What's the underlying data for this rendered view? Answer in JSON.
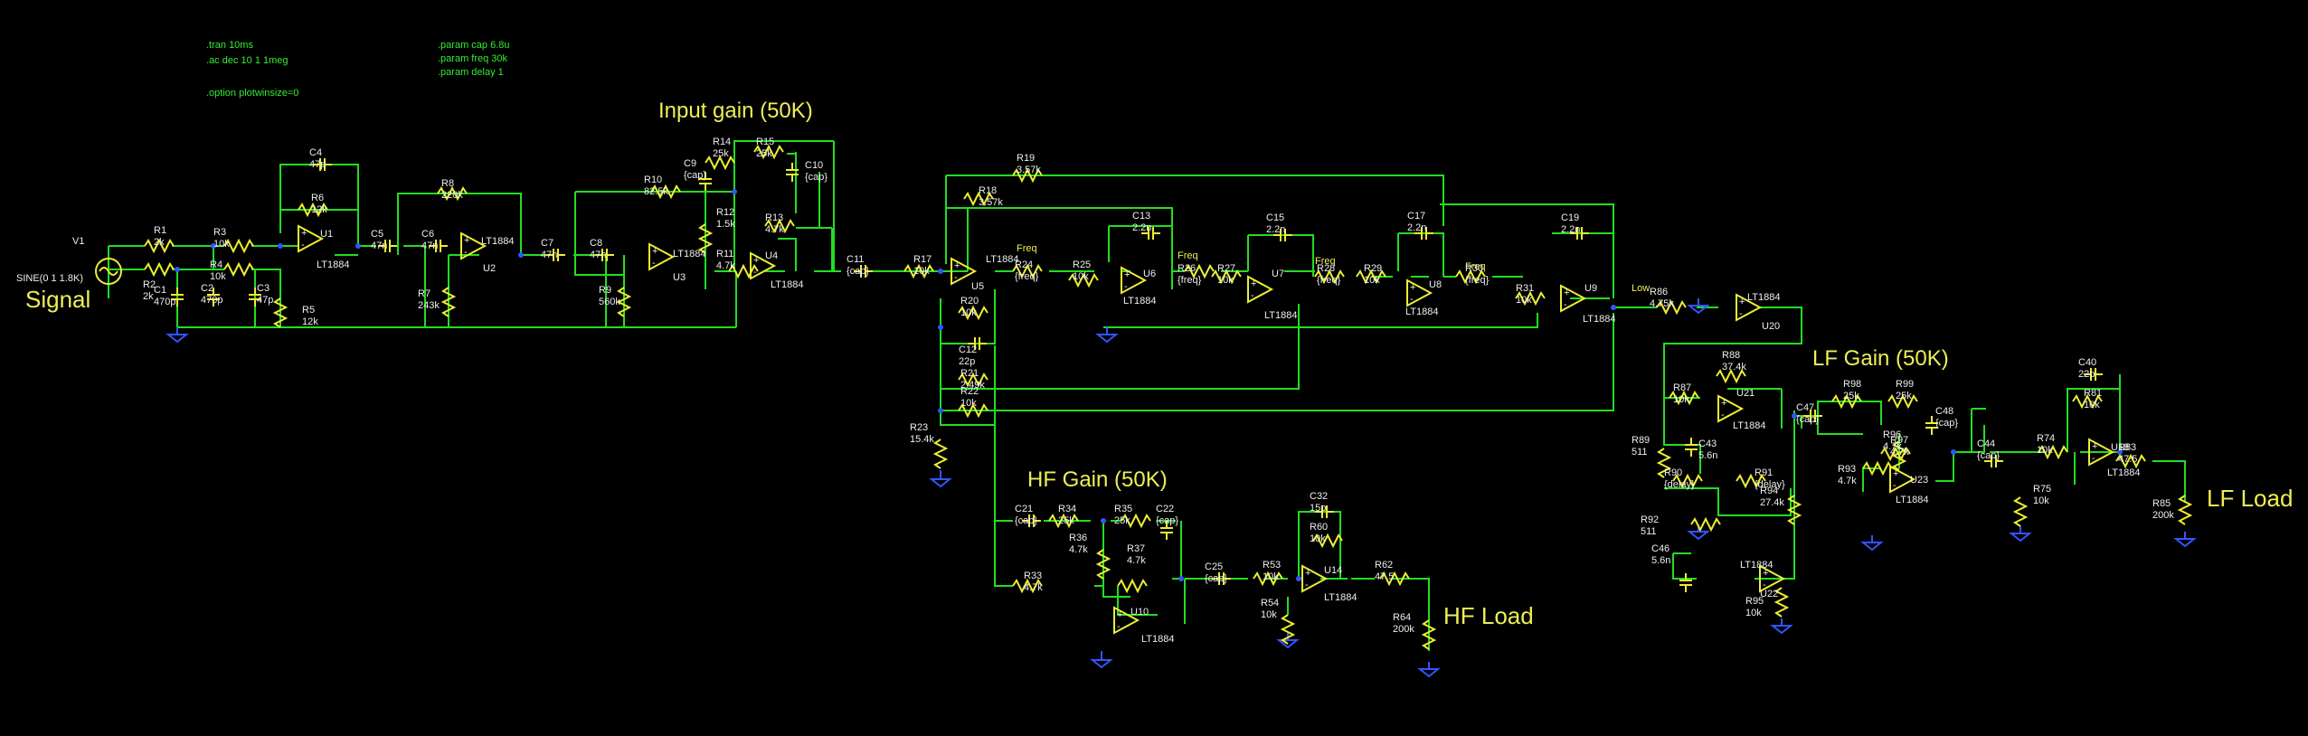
{
  "directives": [
    ".tran 10ms",
    ".ac dec 10 1 1meg",
    ".option plotwinsize=0",
    ".param cap 6.8u",
    ".param freq 30k",
    ".param delay 1"
  ],
  "titles": {
    "input_gain": "Input gain (50K)",
    "hf_gain": "HF Gain (50K)",
    "lf_gain": "LF Gain (50K)",
    "signal": "Signal",
    "hf_load": "HF Load",
    "lf_load": "LF Load"
  },
  "source": {
    "name": "V1",
    "value": "SINE(0 1 1.8K)"
  },
  "nets": {
    "freq1": "Freq",
    "freq2": "Freq",
    "freq3": "Freq",
    "freq4": "Freq",
    "low": "Low"
  },
  "resistors": [
    {
      "ref": "R1",
      "val": "2k"
    },
    {
      "ref": "R2",
      "val": "2k"
    },
    {
      "ref": "R3",
      "val": "10k"
    },
    {
      "ref": "R4",
      "val": "10k"
    },
    {
      "ref": "R5",
      "val": "12k"
    },
    {
      "ref": "R6",
      "val": "12k"
    },
    {
      "ref": "R7",
      "val": "243k"
    },
    {
      "ref": "R8",
      "val": "220k"
    },
    {
      "ref": "R9",
      "val": "560k"
    },
    {
      "ref": "R10",
      "val": "82.5k"
    },
    {
      "ref": "R11",
      "val": "4.7k"
    },
    {
      "ref": "R12",
      "val": "1.5k"
    },
    {
      "ref": "R13",
      "val": "4.7k"
    },
    {
      "ref": "R14",
      "val": "25k"
    },
    {
      "ref": "R15",
      "val": "25k"
    },
    {
      "ref": "R17",
      "val": "10k"
    },
    {
      "ref": "R18",
      "val": "3.57k"
    },
    {
      "ref": "R19",
      "val": "3.57k"
    },
    {
      "ref": "R20",
      "val": "10k"
    },
    {
      "ref": "R21",
      "val": "2.49k"
    },
    {
      "ref": "R22",
      "val": "10k"
    },
    {
      "ref": "R23",
      "val": "15.4k"
    },
    {
      "ref": "R24",
      "val": "{freq}"
    },
    {
      "ref": "R25",
      "val": "10k"
    },
    {
      "ref": "R26",
      "val": "{freq}"
    },
    {
      "ref": "R27",
      "val": "10k"
    },
    {
      "ref": "R28",
      "val": "{freq}"
    },
    {
      "ref": "R29",
      "val": "10k"
    },
    {
      "ref": "R30",
      "val": "{freq}"
    },
    {
      "ref": "R31",
      "val": "10k"
    },
    {
      "ref": "R33",
      "val": "4.7k"
    },
    {
      "ref": "R34",
      "val": "25k"
    },
    {
      "ref": "R35",
      "val": "25k"
    },
    {
      "ref": "R36",
      "val": "4.7k"
    },
    {
      "ref": "R37",
      "val": "4.7k"
    },
    {
      "ref": "R53",
      "val": "10k"
    },
    {
      "ref": "R54",
      "val": "10k"
    },
    {
      "ref": "R60",
      "val": "10k"
    },
    {
      "ref": "R62",
      "val": "47.5"
    },
    {
      "ref": "R64",
      "val": "200k"
    },
    {
      "ref": "R86",
      "val": "4.75k"
    },
    {
      "ref": "R87",
      "val": "10k"
    },
    {
      "ref": "R88",
      "val": "37.4k"
    },
    {
      "ref": "R89",
      "val": "511"
    },
    {
      "ref": "R90",
      "val": "{delay}"
    },
    {
      "ref": "R91",
      "val": "{delay}"
    },
    {
      "ref": "R92",
      "val": "511"
    },
    {
      "ref": "R93",
      "val": "4.7k"
    },
    {
      "ref": "R94",
      "val": "27.4k"
    },
    {
      "ref": "R95",
      "val": "10k"
    },
    {
      "ref": "R96",
      "val": "4.7k"
    },
    {
      "ref": "R97",
      "val": "4.7k"
    },
    {
      "ref": "R98",
      "val": "25k"
    },
    {
      "ref": "R99",
      "val": "25k"
    },
    {
      "ref": "R74",
      "val": "10k"
    },
    {
      "ref": "R75",
      "val": "10k"
    },
    {
      "ref": "R81",
      "val": "10k"
    },
    {
      "ref": "R83",
      "val": "47.5"
    },
    {
      "ref": "R85",
      "val": "200k"
    }
  ],
  "capacitors": [
    {
      "ref": "C1",
      "val": "470p"
    },
    {
      "ref": "C2",
      "val": "470p"
    },
    {
      "ref": "C3",
      "val": "47p"
    },
    {
      "ref": "C4",
      "val": "47p"
    },
    {
      "ref": "C5",
      "val": "47n"
    },
    {
      "ref": "C6",
      "val": "47n"
    },
    {
      "ref": "C7",
      "val": "47n"
    },
    {
      "ref": "C8",
      "val": "47n"
    },
    {
      "ref": "C9",
      "val": "{cap}"
    },
    {
      "ref": "C10",
      "val": "{cap}"
    },
    {
      "ref": "C11",
      "val": "{cap}"
    },
    {
      "ref": "C12",
      "val": "22p"
    },
    {
      "ref": "C13",
      "val": "2.2n"
    },
    {
      "ref": "C15",
      "val": "2.2n"
    },
    {
      "ref": "C17",
      "val": "2.2n"
    },
    {
      "ref": "C19",
      "val": "2.2n"
    },
    {
      "ref": "C21",
      "val": "{cap}"
    },
    {
      "ref": "C22",
      "val": "{cap}"
    },
    {
      "ref": "C25",
      "val": "{cap}"
    },
    {
      "ref": "C32",
      "val": "15p"
    },
    {
      "ref": "C40",
      "val": "22p"
    },
    {
      "ref": "C43",
      "val": "5.6n"
    },
    {
      "ref": "C44",
      "val": "{cap}"
    },
    {
      "ref": "C46",
      "val": "5.6n"
    },
    {
      "ref": "C47",
      "val": "{cap}"
    },
    {
      "ref": "C48",
      "val": "{cap}"
    }
  ],
  "opamps": [
    {
      "ref": "U1",
      "part": "LT1884"
    },
    {
      "ref": "U2",
      "part": "LT1884"
    },
    {
      "ref": "U3",
      "part": "LT1884"
    },
    {
      "ref": "U4",
      "part": "LT1884"
    },
    {
      "ref": "U5",
      "part": "LT1884"
    },
    {
      "ref": "U6",
      "part": "LT1884"
    },
    {
      "ref": "U7",
      "part": "LT1884"
    },
    {
      "ref": "U8",
      "part": "LT1884"
    },
    {
      "ref": "U9",
      "part": "LT1884"
    },
    {
      "ref": "U10",
      "part": "LT1884"
    },
    {
      "ref": "U14",
      "part": "LT1884"
    },
    {
      "ref": "U18",
      "part": "LT1884"
    },
    {
      "ref": "U20",
      "part": "LT1884"
    },
    {
      "ref": "U21",
      "part": "LT1884"
    },
    {
      "ref": "U22",
      "part": "LT1884"
    },
    {
      "ref": "U23",
      "part": "LT1884"
    }
  ]
}
